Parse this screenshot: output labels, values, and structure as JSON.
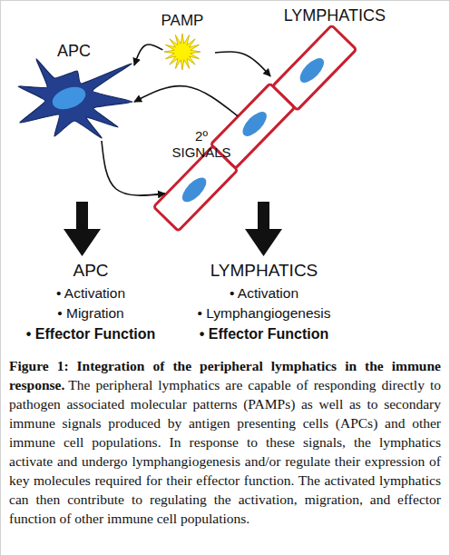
{
  "diagram": {
    "title": "Figure 1: Integration of the peripheral lymphatics in the immune response.",
    "caption": "The peripheral lymphatics are capable of responding directly to pathogen associated molecular patterns (PAMPs) as well as to secondary immune signals produced by antigen presenting cells (APCs) and other immune cell populations. In response to these signals, the lymphatics activate and undergo lymphangiogenesis and/or regulate their expression of key molecules required for their effector function. The activated lymphatics can then contribute to regulating the activation, migration, and effector function of other immune cell populations.",
    "nodes": [
      {
        "text": [
          "APC"
        ]
      },
      {
        "text": [
          "PAMP"
        ]
      },
      {
        "text": [
          "LYMPHATICS"
        ]
      }
    ],
    "edges": [
      {
        "from": 1,
        "to": 0,
        "arrow": "to"
      },
      {
        "from": 1,
        "to": 2,
        "arrow": "to"
      },
      {
        "from": 2,
        "to": 0,
        "arrow": "to"
      },
      {
        "from": 0,
        "to": 2,
        "arrow": "to"
      }
    ],
    "labels": [
      "2º SIGNALS",
      "APC",
      "• Activation",
      "• Migration",
      "• Effector Function",
      "LYMPHATICS",
      "• Activation",
      "• Lymphangiogenesis",
      "• Effector Function"
    ]
  }
}
